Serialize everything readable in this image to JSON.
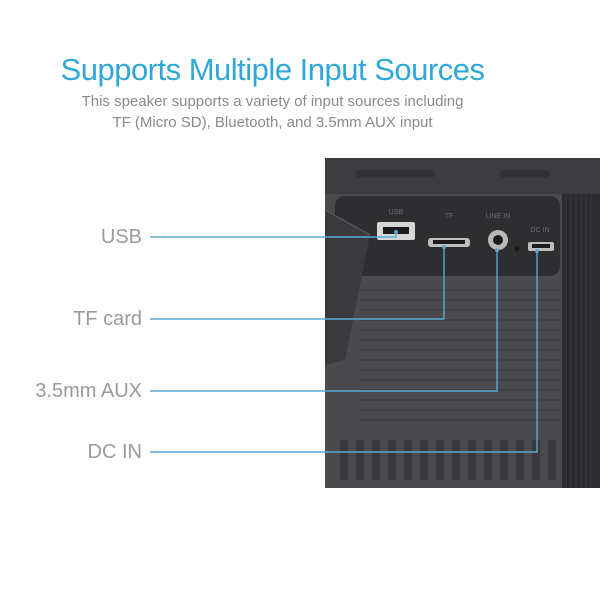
{
  "header": {
    "title": "Supports Multiple Input Sources",
    "subtitle_line1": "This speaker supports a variety of input sources including",
    "subtitle_line2": "TF (Micro SD), Bluetooth, and 3.5mm AUX input"
  },
  "callouts": {
    "usb": "USB",
    "tf_card": "TF card",
    "aux": "3.5mm AUX",
    "dc_in": "DC IN"
  },
  "panel_labels": {
    "usb": "USB",
    "tf": "TF",
    "line_in": "LINE IN",
    "dc_in": "DC IN"
  },
  "colors": {
    "accent": "#2fa8d8",
    "body": "#4a4a4d",
    "panel": "#2e2e31",
    "line": "#5aa7d6"
  }
}
